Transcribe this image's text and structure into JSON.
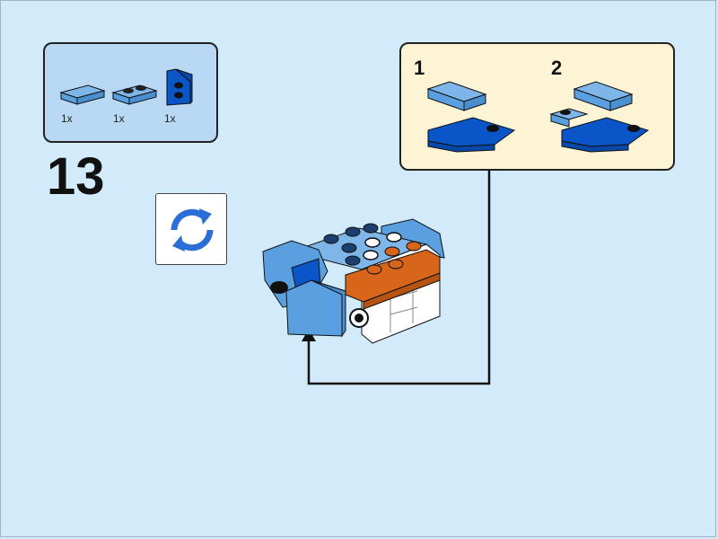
{
  "step": {
    "number": "13"
  },
  "parts": [
    {
      "name": "tile-1x2-medium-blue",
      "quantity": "1x"
    },
    {
      "name": "plate-1x2-medium-blue",
      "quantity": "1x"
    },
    {
      "name": "wedge-plate-blue",
      "quantity": "1x"
    }
  ],
  "sub_steps": [
    {
      "label": "1"
    },
    {
      "label": "2"
    }
  ],
  "icons": {
    "rotate": "rotate-model-icon"
  },
  "colors": {
    "background": "#d2ebfb",
    "parts_panel": "#b8d8f4",
    "sub_panel": "#fdf4d6",
    "medium_blue": "#5a9fdf",
    "blue": "#0a55c8",
    "orange": "#d8661a",
    "white": "#ffffff"
  }
}
